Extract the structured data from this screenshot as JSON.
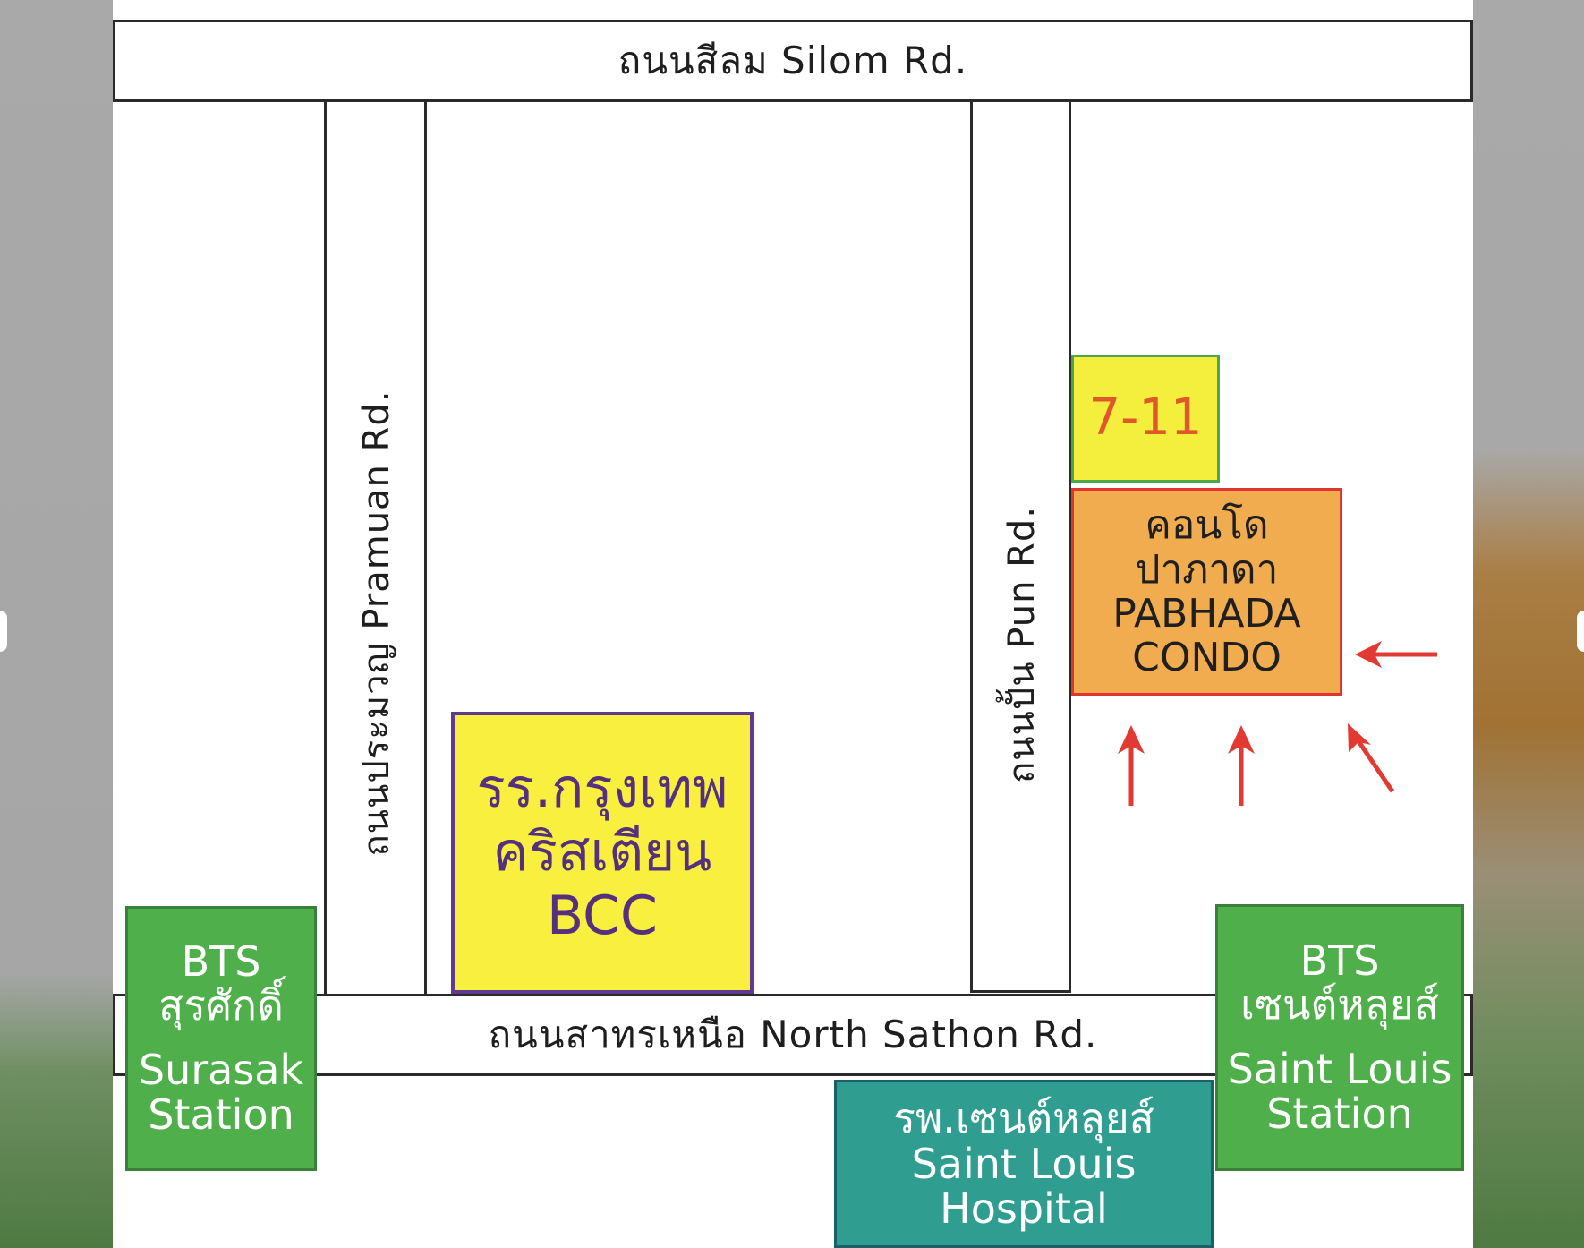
{
  "roads": {
    "silom": "ถนนสีลม Silom Rd.",
    "pramuan": "ถนนประมวญ Pramuan Rd.",
    "pun": "ถนนปั้น Pun Rd.",
    "north_sathon": "ถนนสาทรเหนือ North Sathon Rd."
  },
  "landmarks": {
    "school": {
      "lines": [
        "รร.กรุงเทพ",
        "คริสเตียน",
        "BCC"
      ]
    },
    "seven_eleven": {
      "label": "7-11"
    },
    "condo": {
      "lines": [
        "คอนโด",
        "ปาภาดา",
        "PABHADA",
        "CONDO"
      ]
    },
    "bts_surasak": {
      "line1": "BTS",
      "line2": "สุรศักดิ์",
      "line3": "Surasak",
      "line4": "Station"
    },
    "bts_saint_louis": {
      "line1": "BTS",
      "line2": "เซนต์หลุยส์",
      "line3": "Saint Louis",
      "line4": "Station"
    },
    "hospital": {
      "lines": [
        "รพ.เซนต์หลุยส์",
        "Saint Louis",
        "Hospital"
      ]
    }
  },
  "colors": {
    "road_border": "#2a2a2a",
    "bts_fill": "#4faf4a",
    "school_fill": "#f8ef3e",
    "school_text": "#55307f",
    "seven_fill": "#f4ef3c",
    "seven_text": "#e0572b",
    "condo_fill": "#f0ac4f",
    "condo_border": "#e2342e",
    "hospital_fill": "#2f9d8f",
    "arrow": "#e23a32"
  },
  "arrow_count": 4
}
